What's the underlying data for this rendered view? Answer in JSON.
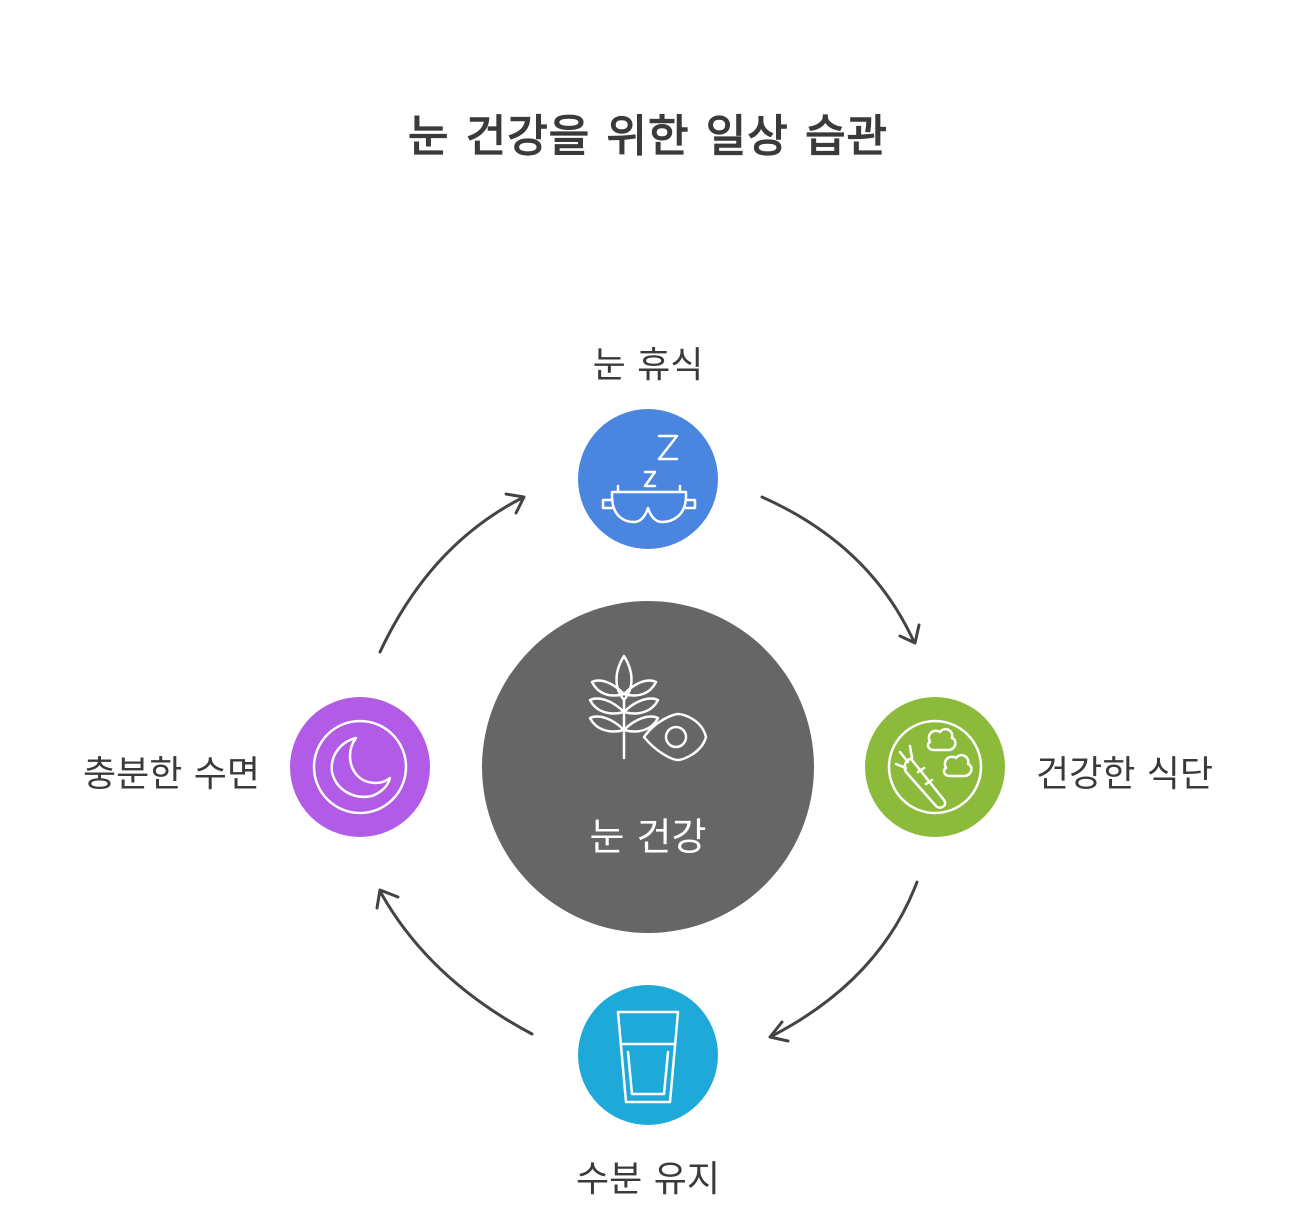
{
  "title": "눈 건강을 위한 일상 습관",
  "center": {
    "label": "눈 건강",
    "color": "#666666",
    "icons": [
      "wheat-icon",
      "eye-icon"
    ]
  },
  "nodes": [
    {
      "id": "top",
      "label": "눈 휴식",
      "color": "#4a86e0",
      "icon": "sleep-mask-icon"
    },
    {
      "id": "right",
      "label": "건강한 식단",
      "color": "#8cbb3c",
      "icon": "carrot-broccoli-icon"
    },
    {
      "id": "bottom",
      "label": "수분 유지",
      "color": "#1fa9d9",
      "icon": "water-glass-icon"
    },
    {
      "id": "left",
      "label": "충분한 수면",
      "color": "#b25be6",
      "icon": "moon-icon"
    }
  ],
  "arrow_color": "#444444"
}
